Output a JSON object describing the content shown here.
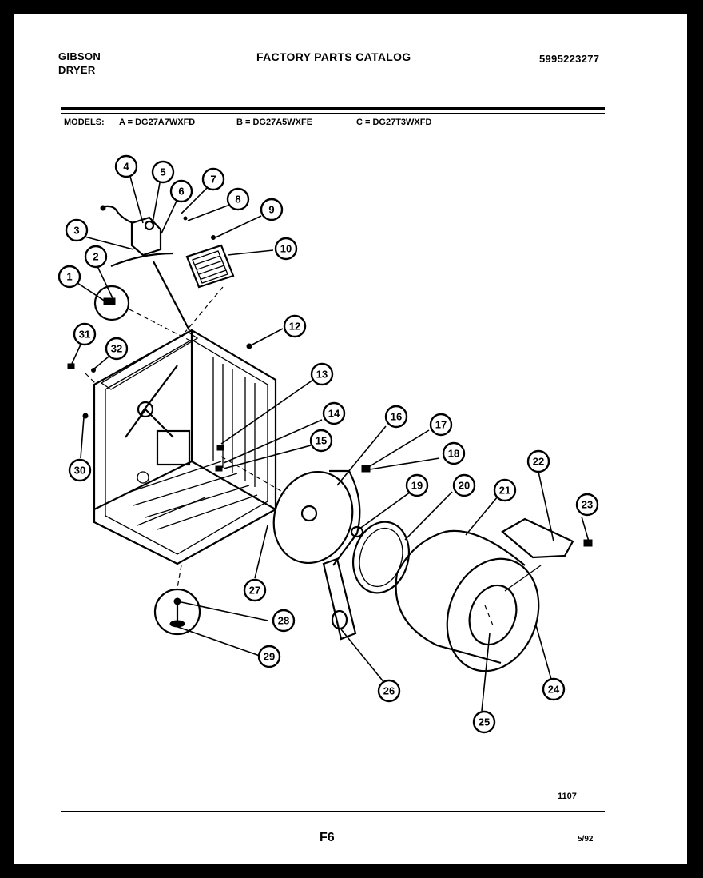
{
  "header": {
    "brand": "GIBSON",
    "product": "DRYER",
    "title": "FACTORY PARTS CATALOG",
    "catalog_number": "5995223277"
  },
  "models": {
    "label": "MODELS:",
    "a": "A = DG27A7WXFD",
    "b": "B = DG27A5WXFE",
    "c": "C = DG27T3WXFD"
  },
  "callouts": [
    "1",
    "2",
    "3",
    "4",
    "5",
    "6",
    "7",
    "8",
    "9",
    "10",
    "12",
    "13",
    "14",
    "15",
    "16",
    "17",
    "18",
    "19",
    "20",
    "21",
    "22",
    "23",
    "24",
    "25",
    "26",
    "27",
    "28",
    "29",
    "30",
    "31",
    "32"
  ],
  "footer": {
    "diagram_code": "1107",
    "page": "F6",
    "date": "5/92"
  }
}
